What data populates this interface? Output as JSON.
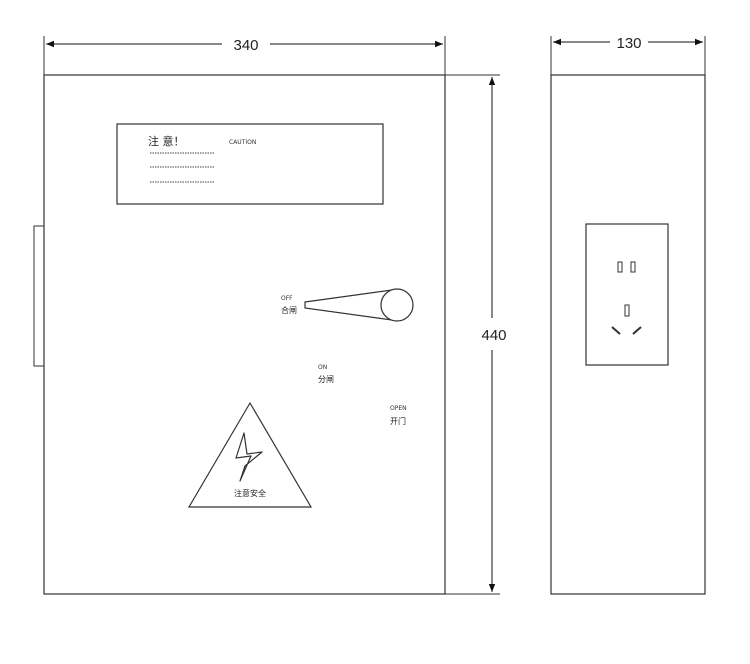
{
  "dimensions": {
    "front_width": "340",
    "side_width": "130",
    "height": "440"
  },
  "caution_panel": {
    "title_cn": "注 意！",
    "title_en": "CAUTION"
  },
  "handle_labels": {
    "off_en": "OFF",
    "off_cn": "合闸",
    "on_en": "ON",
    "on_cn": "分闸",
    "open_en": "OPEN",
    "open_cn": "开门"
  },
  "warning_sign": {
    "text": "注意安全"
  }
}
